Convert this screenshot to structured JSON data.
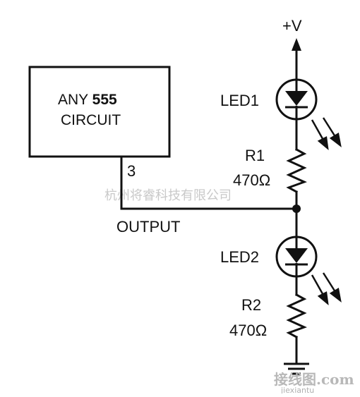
{
  "supply": {
    "label": "+V"
  },
  "block": {
    "line1_prefix": "ANY ",
    "line1_number": "555",
    "line2": "CIRCUIT"
  },
  "pin": {
    "number": "3"
  },
  "output": {
    "label": "OUTPUT"
  },
  "led1": {
    "label": "LED1"
  },
  "led2": {
    "label": "LED2"
  },
  "r1": {
    "name": "R1",
    "value": "470Ω"
  },
  "r2": {
    "name": "R2",
    "value": "470Ω"
  },
  "watermark": {
    "text": "杭州将睿科技有限公司"
  },
  "logo": {
    "main": "接线图",
    "dot": ".com",
    "sub": "jiexiantu"
  }
}
